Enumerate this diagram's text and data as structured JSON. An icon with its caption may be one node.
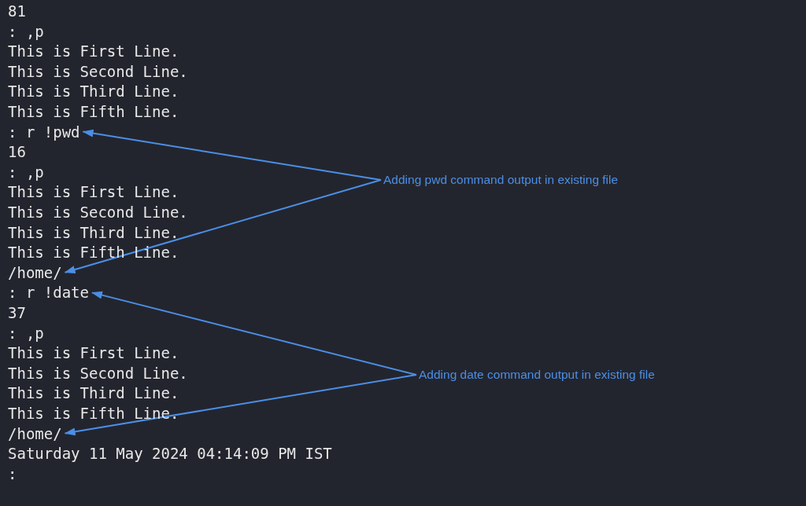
{
  "diagram": {
    "nodes": [
      {
        "text": [
          ": r !pwd"
        ]
      },
      {
        "text": [
          "Adding pwd command output in existing file"
        ]
      },
      {
        "text": [
          "/home/"
        ]
      },
      {
        "text": [
          ": r !date"
        ]
      },
      {
        "text": [
          "Adding date command output in existing file"
        ]
      },
      {
        "text": [
          "/home/"
        ]
      }
    ],
    "edges": [
      {
        "from": 1,
        "to": 0,
        "arrow": "to"
      },
      {
        "from": 1,
        "to": 2,
        "arrow": "to"
      },
      {
        "from": 4,
        "to": 3,
        "arrow": "to"
      },
      {
        "from": 4,
        "to": 5,
        "arrow": "to"
      }
    ],
    "labels": [
      "81",
      ": ,p",
      "This is First Line.",
      "This is Second Line.",
      "This is Third Line.",
      "This is Fifth Line.",
      "16",
      ": ,p",
      "This is First Line.",
      "This is Second Line.",
      "This is Third Line.",
      "This is Fifth Line.",
      "37",
      ": ,p",
      "This is First Line.",
      "This is Second Line.",
      "This is Third Line.",
      "This is Fifth Line.",
      "Saturday 11 May 2024 04:14:09 PM IST",
      ":"
    ]
  }
}
